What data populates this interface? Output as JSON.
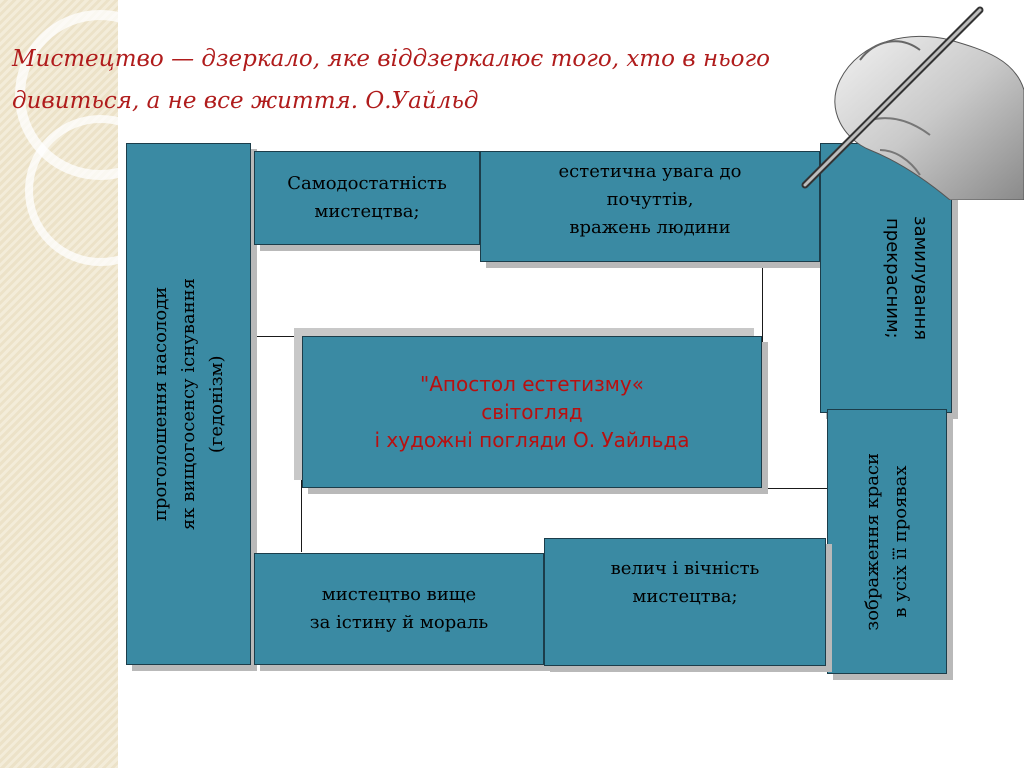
{
  "quote": {
    "line1": "Мистецтво — дзеркало, яке віддзеркалює того, хто в нього",
    "line2": "дивиться, а не все життя. О.Уайльд"
  },
  "center": {
    "text": "\"Апостол естетизму«\nсвітогляд\n і художні погляди О. Уайльда"
  },
  "boxes": {
    "hedonism": "проголошення насолоди\nяк вищогосенсу існування\n(гедонізм)",
    "self_sufficiency": "Самодостатність\nмистецтва;",
    "aesthetic_attention": "естетична увага до\nпочуттів,\nвражень людини",
    "admiration": "замилування\nпрекрасним;",
    "beauty_depiction": "зображення краси\nв усіх її проявах",
    "art_above": "мистецтво вище\nза істину й мораль",
    "greatness": "велич і вічність\nмистецтва;"
  },
  "colors": {
    "box_fill": "#3a8aa3",
    "quote_text": "#b01c1c",
    "center_text": "#b81010"
  }
}
